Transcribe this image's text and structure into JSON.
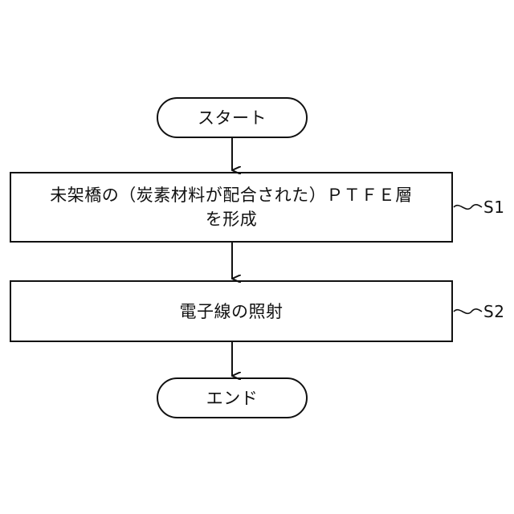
{
  "flowchart": {
    "start": {
      "text": "スタート"
    },
    "steps": [
      {
        "text": "未架橋の（炭素材料が配合された）ＰＴＦＥ層\nを形成",
        "label": "S1"
      },
      {
        "text": "電子線の照射",
        "label": "S2"
      }
    ],
    "end": {
      "text": "エンド"
    }
  },
  "colors": {
    "stroke": "#111111",
    "background": "#ffffff"
  }
}
